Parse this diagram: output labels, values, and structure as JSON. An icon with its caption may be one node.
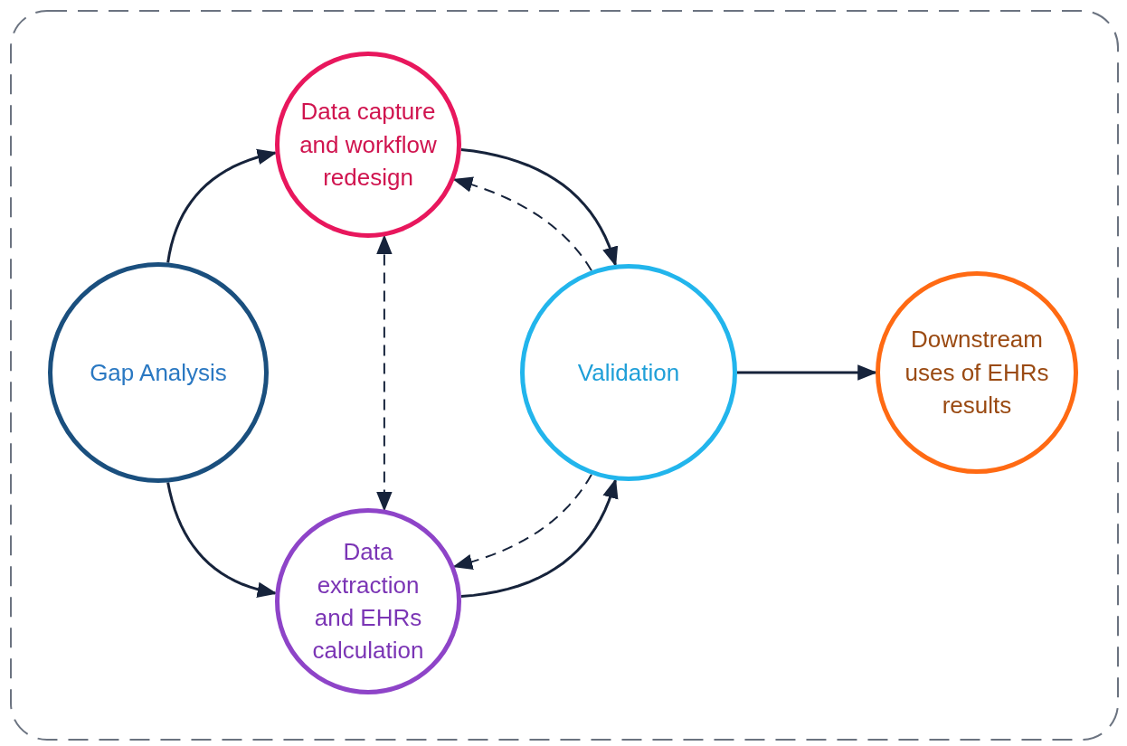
{
  "diagram": {
    "nodes": [
      {
        "text": [
          "Gap Analysis"
        ]
      },
      {
        "text": [
          "Data capture and workflow redesign"
        ]
      },
      {
        "text": [
          "Validation"
        ]
      },
      {
        "text": [
          "Data extraction and EHRs calculation"
        ]
      },
      {
        "text": [
          "Downstream uses of EHRs results"
        ]
      }
    ],
    "edges": [
      {
        "from": 0,
        "to": 1,
        "arrow": "to"
      },
      {
        "from": 0,
        "to": 3,
        "arrow": "to"
      },
      {
        "from": 1,
        "to": 2,
        "arrow": "to"
      },
      {
        "from": 2,
        "to": 1,
        "arrow": "to",
        "style": "dashed"
      },
      {
        "from": 1,
        "to": 3,
        "arrow": "both",
        "style": "dashed"
      },
      {
        "from": 3,
        "to": 2,
        "arrow": "to"
      },
      {
        "from": 2,
        "to": 3,
        "arrow": "to",
        "style": "dashed"
      },
      {
        "from": 2,
        "to": 4,
        "arrow": "to"
      }
    ]
  }
}
